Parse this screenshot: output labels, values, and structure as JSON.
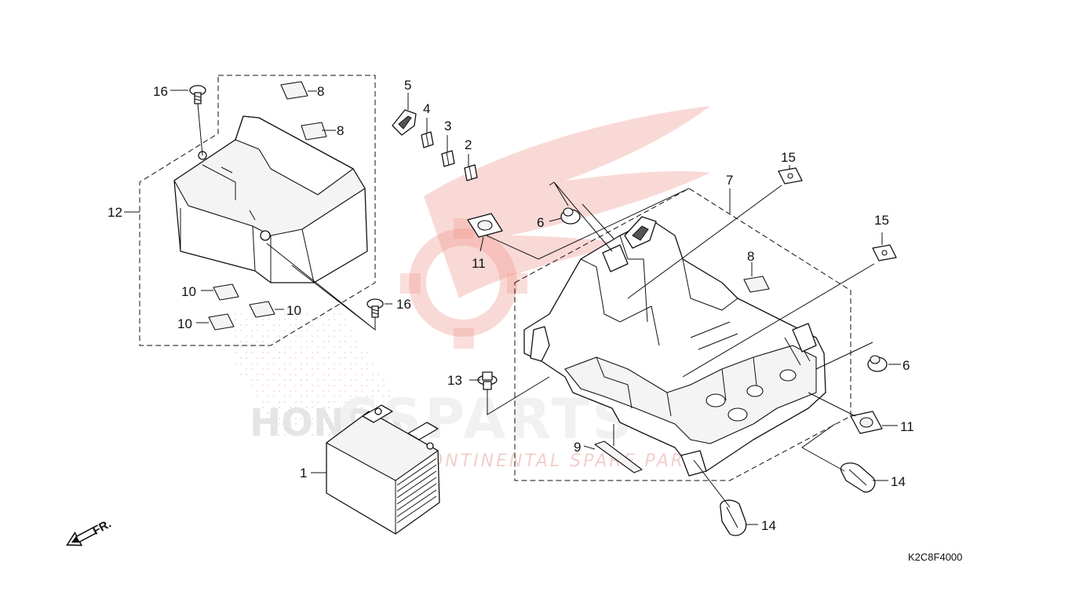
{
  "diagram": {
    "code": "K2C8F4000",
    "front_label": "FR.",
    "watermark": {
      "brand": "CSPARTS",
      "tagline": "INTERCONTINENTAL SPARE PARTS",
      "maker": "HONDA"
    },
    "callouts": [
      {
        "id": "c16a",
        "text": "16"
      },
      {
        "id": "c8a",
        "text": "8"
      },
      {
        "id": "c8b",
        "text": "8"
      },
      {
        "id": "c12",
        "text": "12"
      },
      {
        "id": "c10a",
        "text": "10"
      },
      {
        "id": "c10b",
        "text": "10"
      },
      {
        "id": "c10c",
        "text": "10"
      },
      {
        "id": "c16b",
        "text": "16"
      },
      {
        "id": "c5",
        "text": "5"
      },
      {
        "id": "c4",
        "text": "4"
      },
      {
        "id": "c3",
        "text": "3"
      },
      {
        "id": "c2",
        "text": "2"
      },
      {
        "id": "c6a",
        "text": "6"
      },
      {
        "id": "c11a",
        "text": "11"
      },
      {
        "id": "c7",
        "text": "7"
      },
      {
        "id": "c15a",
        "text": "15"
      },
      {
        "id": "c15b",
        "text": "15"
      },
      {
        "id": "c8c",
        "text": "8"
      },
      {
        "id": "c6b",
        "text": "6"
      },
      {
        "id": "c11b",
        "text": "11"
      },
      {
        "id": "c13",
        "text": "13"
      },
      {
        "id": "c9",
        "text": "9"
      },
      {
        "id": "c14a",
        "text": "14"
      },
      {
        "id": "c14b",
        "text": "14"
      },
      {
        "id": "c1",
        "text": "1"
      }
    ]
  }
}
